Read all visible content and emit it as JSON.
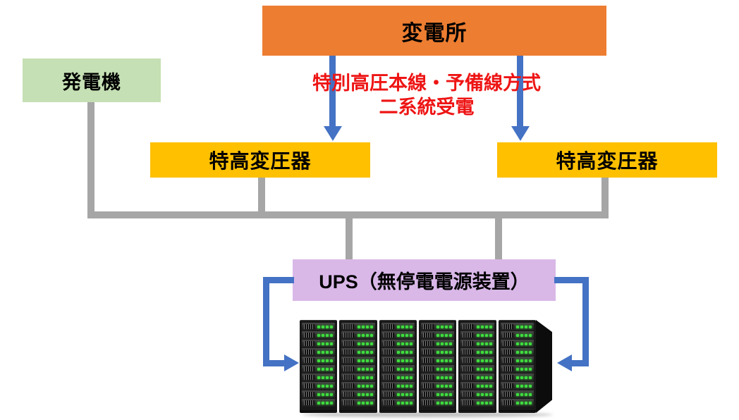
{
  "diagram": {
    "substation": {
      "label": "変電所"
    },
    "generator": {
      "label": "発電機"
    },
    "feed_note": {
      "line1": "特別高圧本線・予備線方式",
      "line2": "二系統受電"
    },
    "transformer_left": {
      "label": "特高変圧器"
    },
    "transformer_right": {
      "label": "特高変圧器"
    },
    "ups": {
      "label": "UPS（無停電電源装置）"
    },
    "servers": {
      "rack_count": 6,
      "rows_per_rack": 10,
      "leds_per_row": 4
    }
  },
  "colors": {
    "substation_fill": "#ED7D31",
    "generator_fill": "#C5E0B4",
    "transformer_fill": "#FFC000",
    "ups_fill": "#D9B8E8",
    "connector_gray": "#A6A6A6",
    "arrow_blue": "#4472C4",
    "note_red": "#EE1414",
    "led_green": "#3FDD3F"
  }
}
